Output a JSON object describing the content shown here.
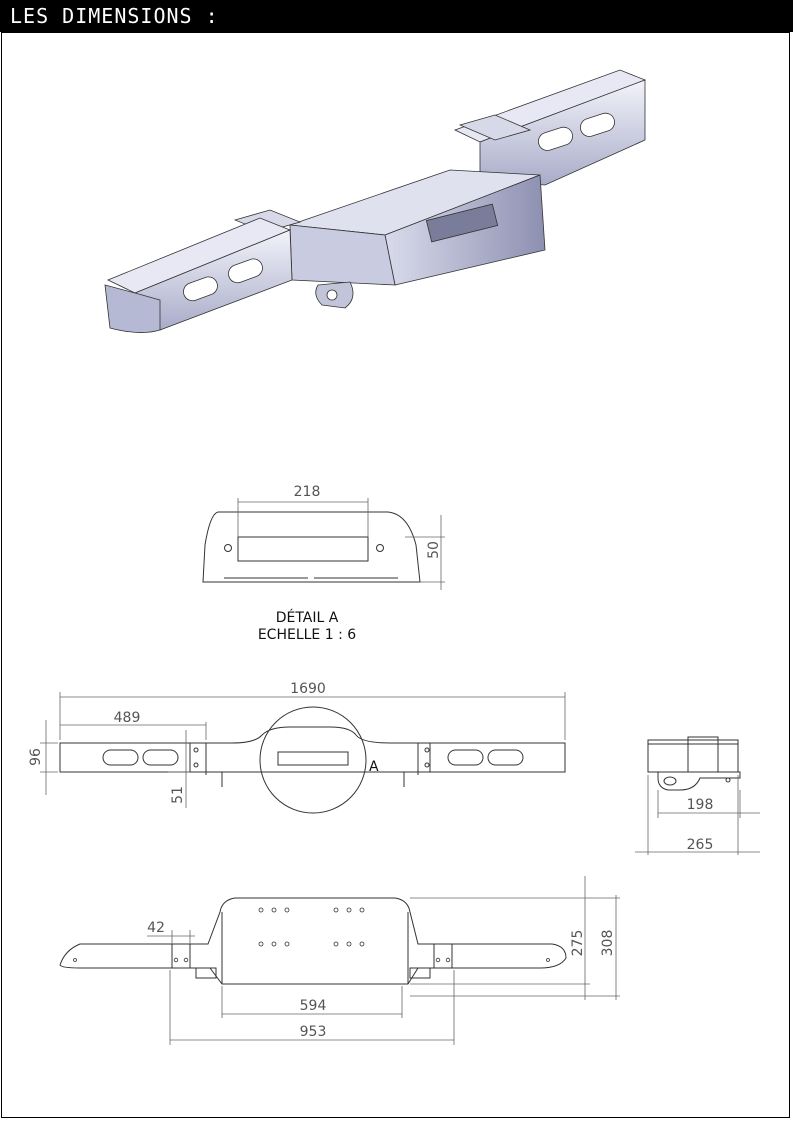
{
  "header": {
    "title": "LES DIMENSIONS :"
  },
  "detail": {
    "caption_line1": "DÉTAIL A",
    "caption_line2": "ECHELLE 1 : 6",
    "callout": "A"
  },
  "dimensions": {
    "detail_width": "218",
    "detail_height": "50",
    "overall_length": "1690",
    "end_section": "489",
    "height": "96",
    "flange": "51",
    "side_inner": "198",
    "side_outer": "265",
    "top_offset": "42",
    "center_width": "594",
    "mount_width": "953",
    "depth_inner": "275",
    "depth_outer": "308"
  },
  "colors": {
    "steel_light": "#e4e6f2",
    "steel_mid": "#b8bbd6",
    "steel_dark": "#6d7090",
    "line": "#333333"
  }
}
